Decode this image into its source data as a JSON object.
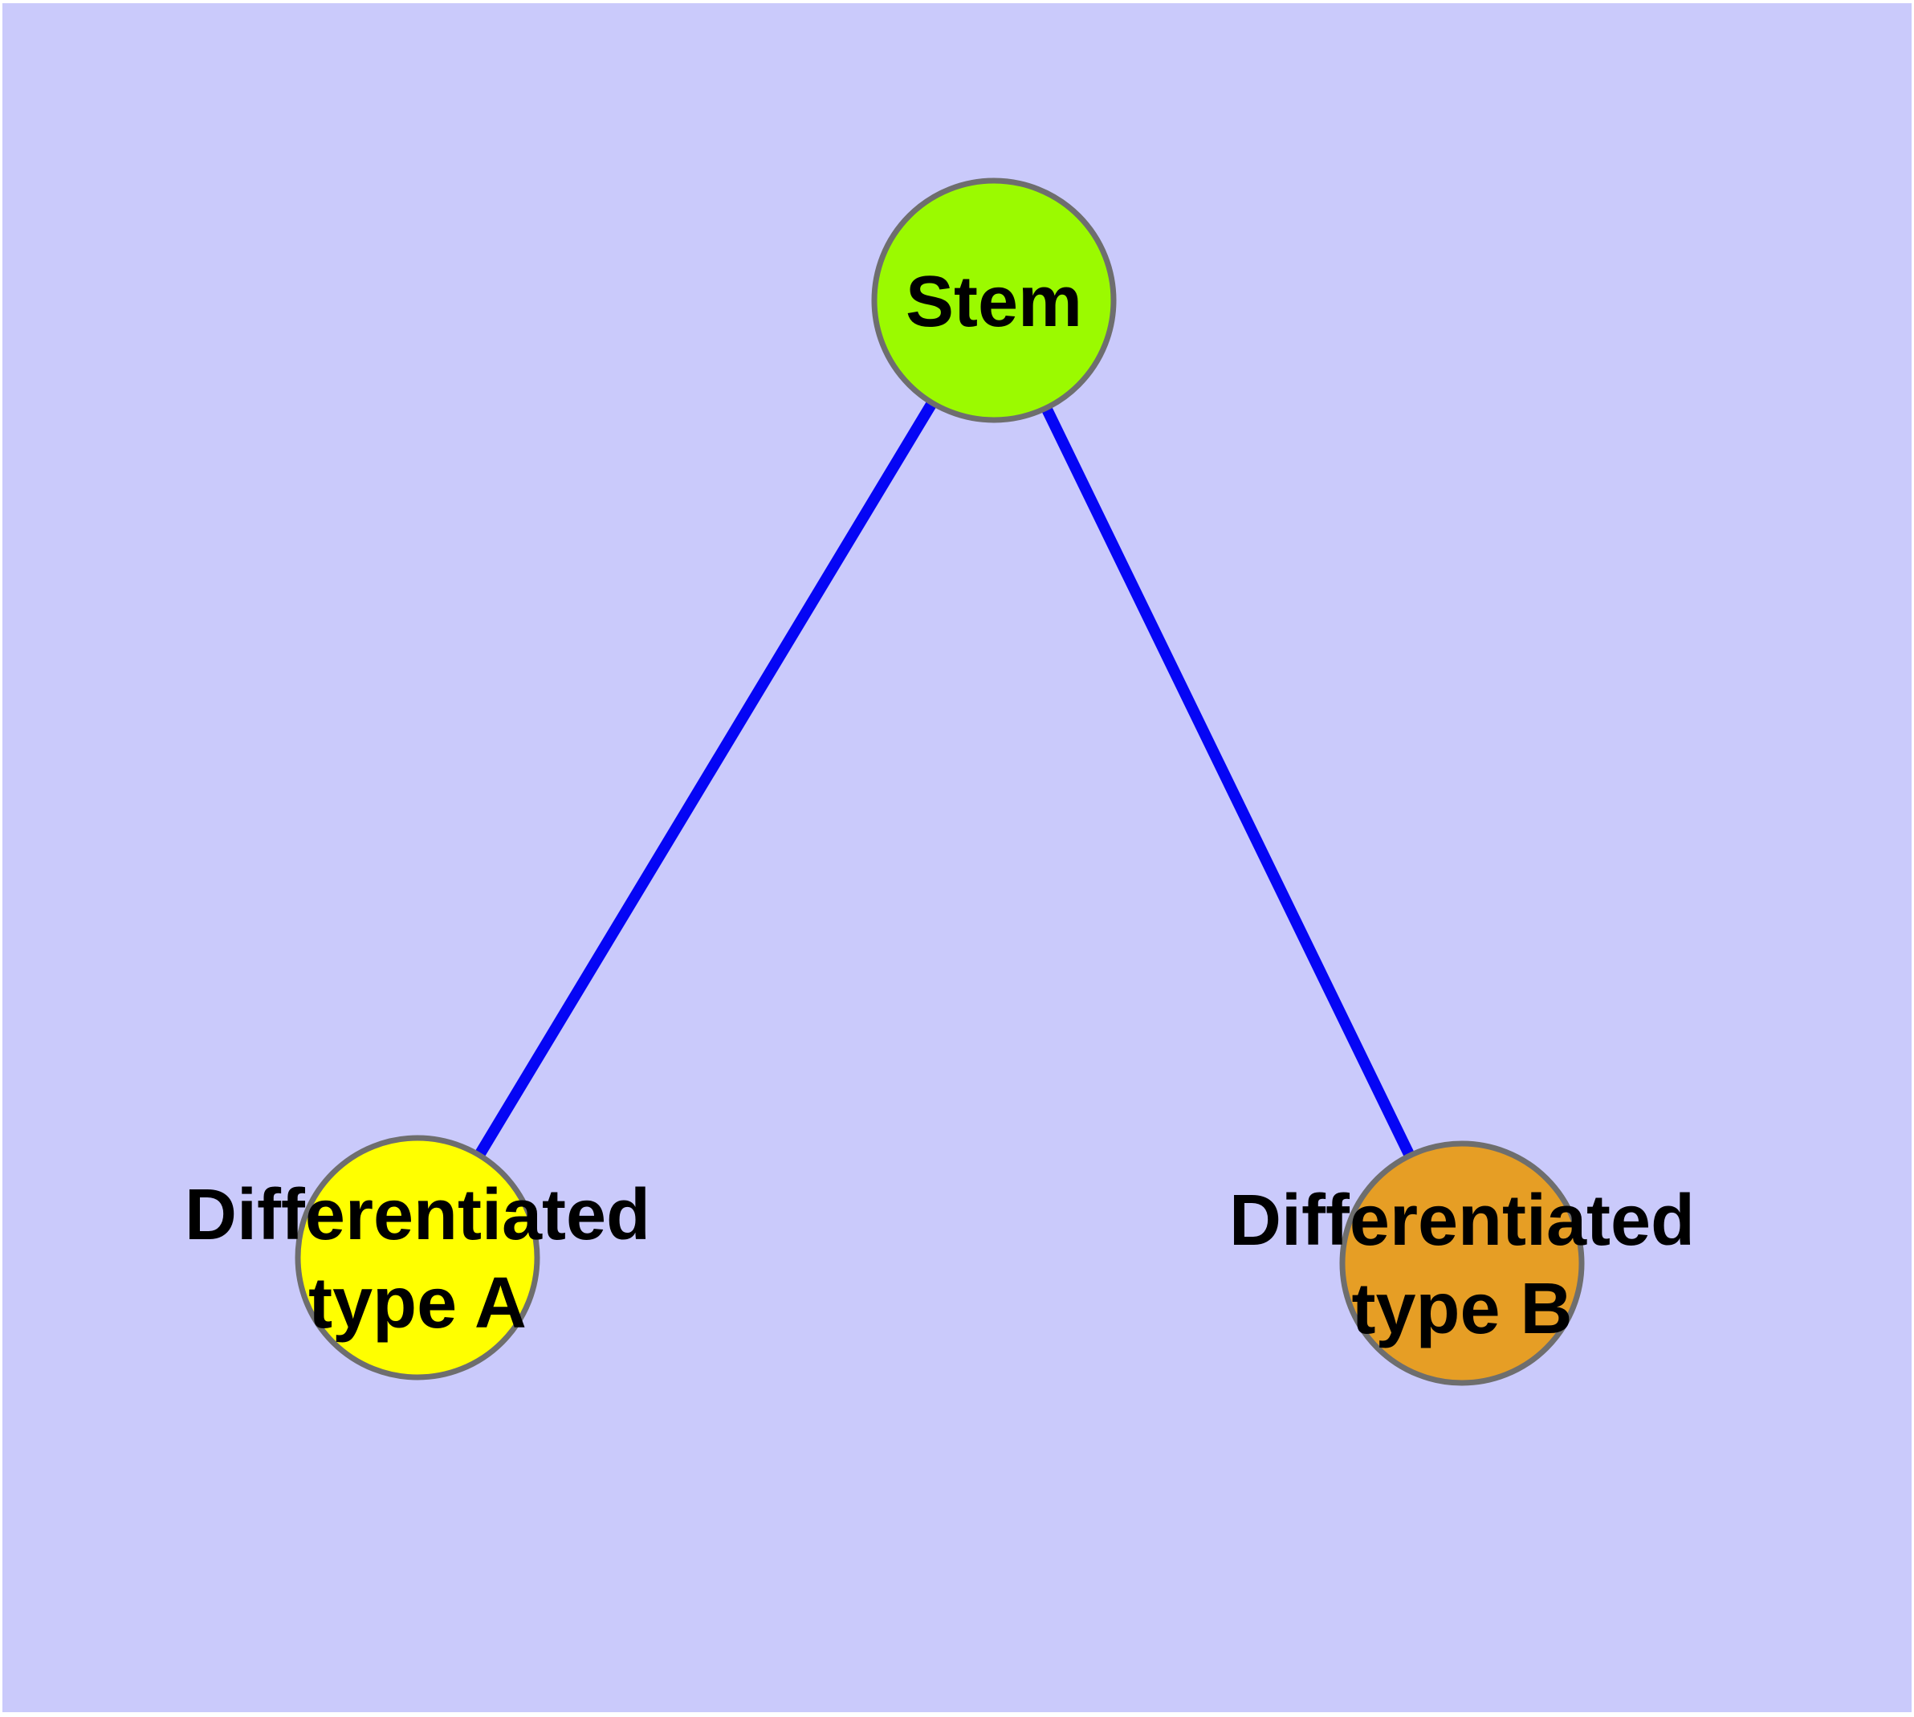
{
  "diagram": {
    "type": "node-link-graph",
    "background_color": "#CACAFB",
    "edge_color": "#0505F5",
    "node_border_color": "#6E6E6E",
    "label_color": "#000000",
    "nodes": [
      {
        "id": "stem",
        "label": "Stem",
        "label_lines": [
          "Stem"
        ],
        "fill": "#9BFA00"
      },
      {
        "id": "differentiated-type-a",
        "label": "Differentiated type A",
        "label_lines": [
          "Differentiated",
          "type A"
        ],
        "fill": "#FFFF00"
      },
      {
        "id": "differentiated-type-b",
        "label": "Differentiated type B",
        "label_lines": [
          "Differentiated",
          "type B"
        ],
        "fill": "#E69E25"
      }
    ],
    "edges": [
      {
        "from": "Stem",
        "to": "Differentiated type A"
      },
      {
        "from": "Stem",
        "to": "Differentiated type B"
      }
    ]
  }
}
